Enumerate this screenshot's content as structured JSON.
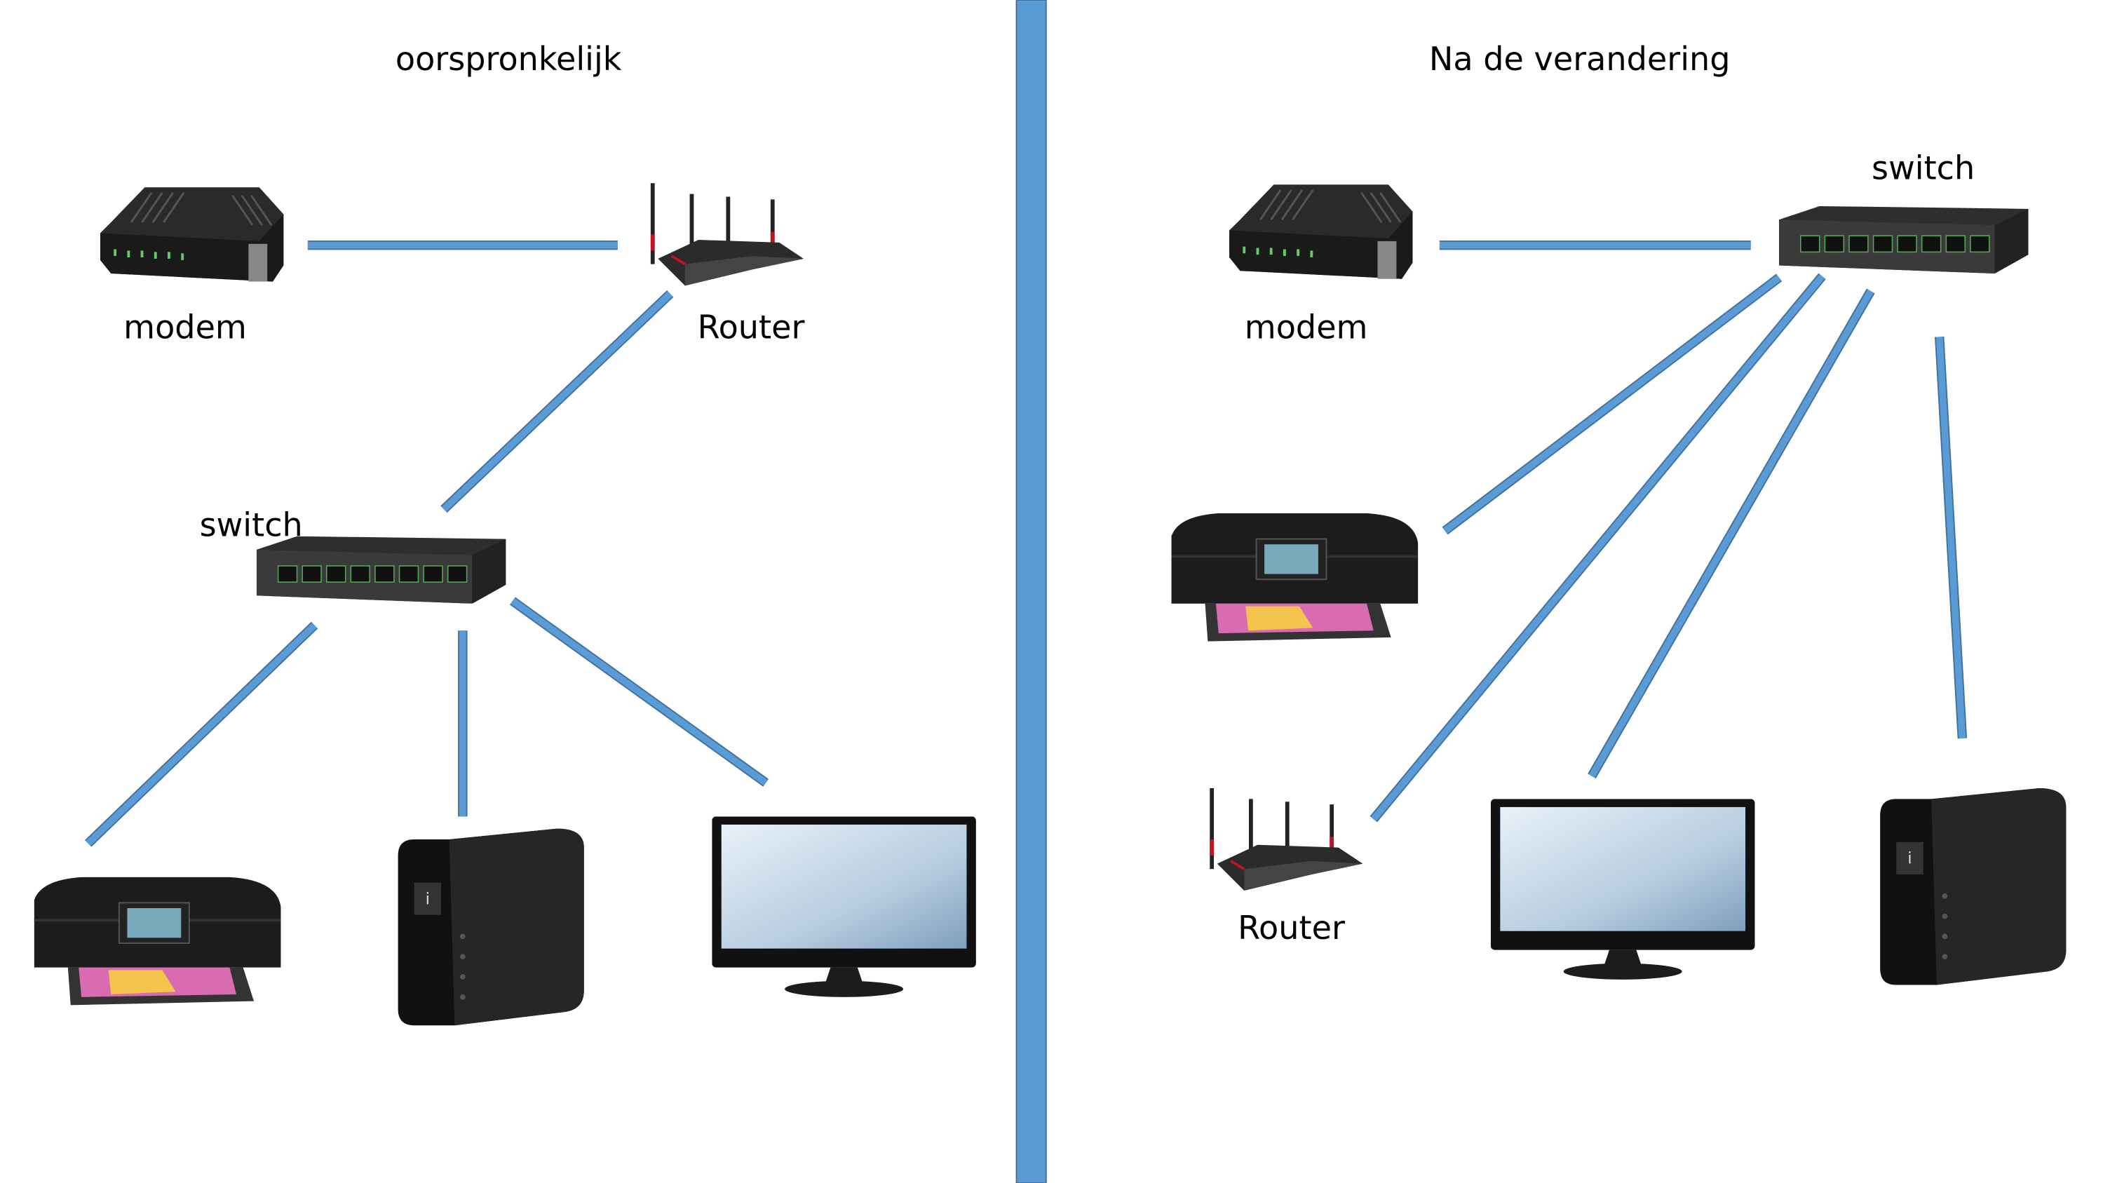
{
  "colors": {
    "link": "#5b9bd5",
    "link_border": "#41719c",
    "divider": "#5b9bd5"
  },
  "left": {
    "title": "oorspronkelijk",
    "labels": {
      "modem": "modem",
      "router": "Router",
      "switch": "switch"
    },
    "devices": [
      "modem-icon",
      "router-icon",
      "switch-icon",
      "printer-icon",
      "nas-icon",
      "monitor-icon"
    ]
  },
  "right": {
    "title": "Na de verandering",
    "labels": {
      "modem": "modem",
      "router": "Router",
      "switch": "switch"
    },
    "devices": [
      "modem-icon",
      "switch-icon",
      "printer-icon",
      "router-icon",
      "monitor-icon",
      "nas-icon"
    ]
  }
}
